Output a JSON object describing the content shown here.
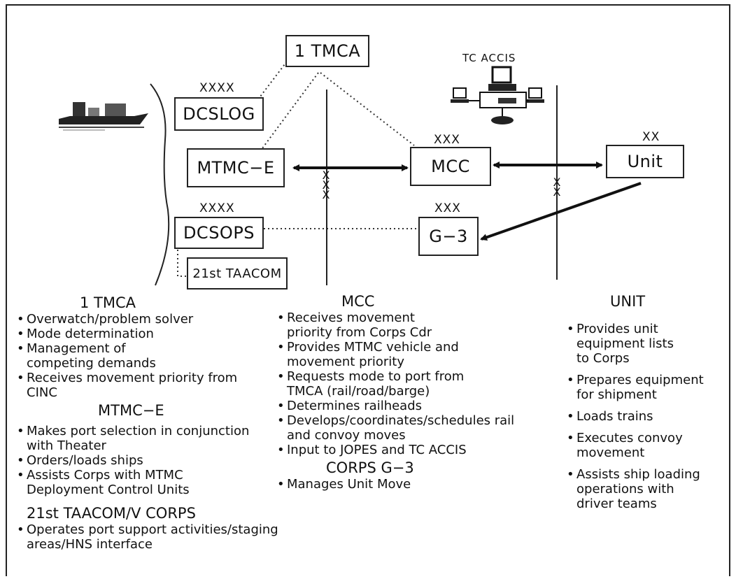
{
  "nodes": {
    "tmca_top": "1 TMCA",
    "tc_accis": "TC ACCIS",
    "dcslog": "DCSLOG",
    "dcslog_echelon": "XXXX",
    "mtmce": "MTMC−E",
    "mcc": "MCC",
    "mcc_echelon": "XXX",
    "unit": "Unit",
    "unit_echelon": "XX",
    "dcsops": "DCSOPS",
    "dcsops_echelon": "XXXX",
    "g3": "G−3",
    "g3_echelon": "XXX",
    "taacom": "21st TAACOM"
  },
  "dividers": {
    "left_marker": [
      "X",
      "X",
      "X"
    ],
    "right_marker": [
      "X",
      "X"
    ]
  },
  "sections": {
    "tmca": {
      "title": "1 TMCA",
      "items": [
        "Overwatch/problem solver",
        "Mode determination",
        "Management of competing demands",
        "Receives movement priority from CINC"
      ]
    },
    "mtmce": {
      "title": "MTMC−E",
      "items": [
        "Makes port selection in conjunction with Theater",
        "Orders/loads ships",
        "Assists Corps with MTMC Deployment Control Units"
      ]
    },
    "taacom": {
      "title": "21st TAACOM/V CORPS",
      "items": [
        "Operates port support activities/staging areas/HNS interface"
      ]
    },
    "mcc": {
      "title": "MCC",
      "items": [
        "Receives movement priority from Corps Cdr",
        "Provides MTMC vehicle and movement priority",
        "Requests mode to port from TMCA (rail/road/barge)",
        "Determines railheads",
        "Develops/coordinates/schedules rail and convoy moves",
        "Input to JOPES and TC ACCIS"
      ]
    },
    "corps_g3": {
      "title": "CORPS G−3",
      "items": [
        "Manages Unit Move"
      ]
    },
    "unit": {
      "title": "UNIT",
      "items": [
        "Provides unit equipment lists to Corps",
        "Prepares equipment for shipment",
        "Loads trains",
        "Executes convoy movement",
        "Assists ship loading operations with driver teams"
      ]
    }
  },
  "icons": {
    "ship": "ship-icon",
    "computer": "computer-network-icon"
  }
}
